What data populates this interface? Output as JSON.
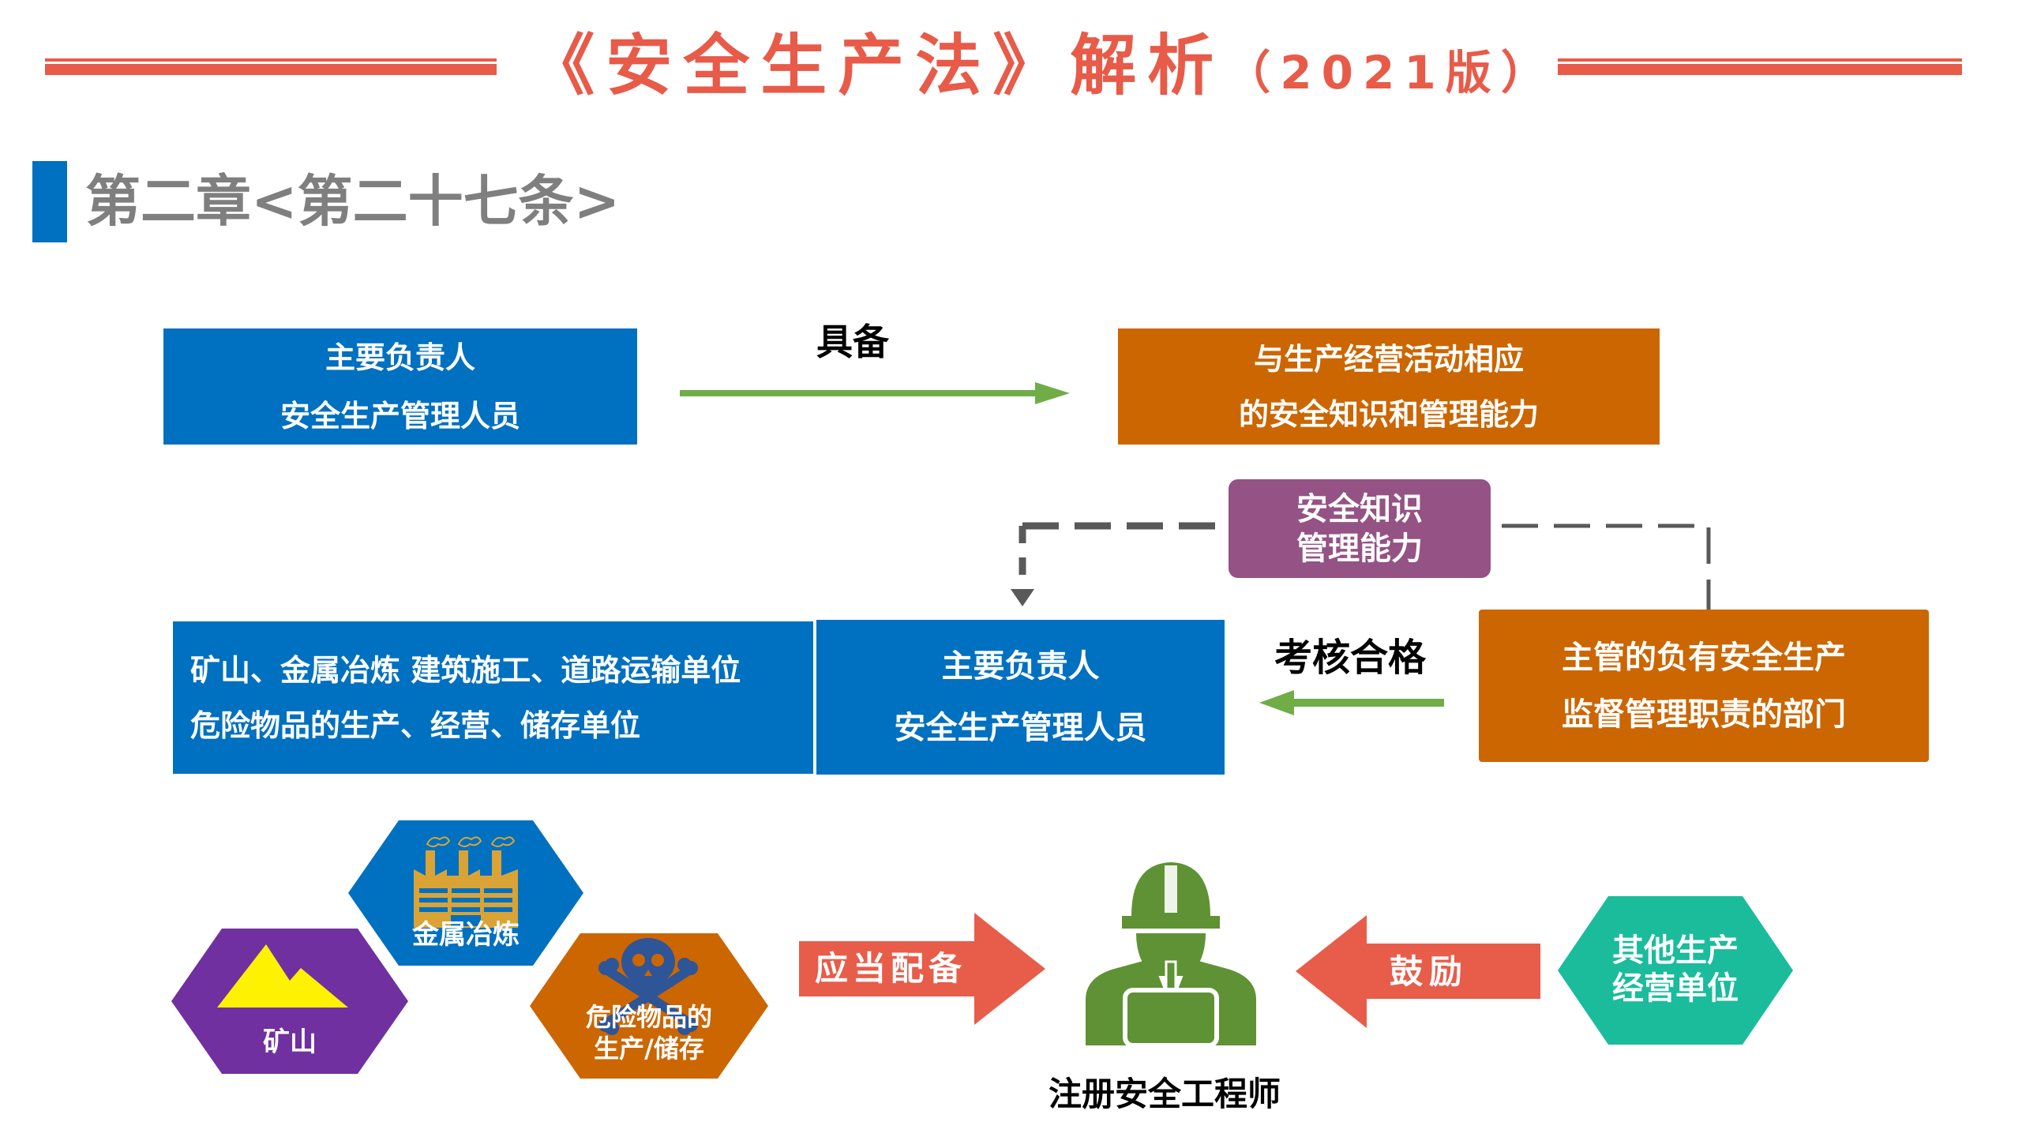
{
  "header": {
    "title_main": "《安全生产法》解析",
    "title_version": "（2021版）",
    "section_heading": "第二章<第二十七条>"
  },
  "top_row": {
    "left_box": {
      "line1": "主要负责人",
      "line2": "安全生产管理人员"
    },
    "arrow_label": "具备",
    "right_box": {
      "line1": "与生产经营活动相应",
      "line2": "的安全知识和管理能力"
    }
  },
  "connector": {
    "box": {
      "line1": "安全知识",
      "line2": "管理能力"
    }
  },
  "middle_row": {
    "units_box": {
      "line1": "矿山、金属冶炼 建筑施工、道路运输单位",
      "line2": "危险物品的生产、经营、储存单位"
    },
    "persons_box": {
      "line1": "主要负责人",
      "line2": "安全生产管理人员"
    },
    "arrow_label": "考核合格",
    "dept_box": {
      "line1": "主管的负有安全生产",
      "line2": "监督管理职责的部门"
    }
  },
  "bottom_row": {
    "hexagons": [
      {
        "label": "矿山",
        "icon": "mountain-icon",
        "color": "#7030A0"
      },
      {
        "label": "金属冶炼",
        "icon": "factory-icon",
        "color": "#0070C0"
      },
      {
        "label_line1": "危险物品的",
        "label_line2": "生产/储存",
        "icon": "skull-crossbones-icon",
        "color": "#CC6600"
      }
    ],
    "left_arrow_label": "应当配备",
    "engineer_label": "注册安全工程师",
    "right_arrow_label": "鼓励",
    "other_units": {
      "line1": "其他生产",
      "line2": "经营单位",
      "color": "#1ABC9C"
    }
  },
  "colors": {
    "title_red": "#E85B49",
    "blue": "#0070C0",
    "orange": "#CC6600",
    "purple_box": "#955284",
    "green_arrow": "#70AD47",
    "worker_green": "#5F9234",
    "dash_gray": "#595959"
  }
}
